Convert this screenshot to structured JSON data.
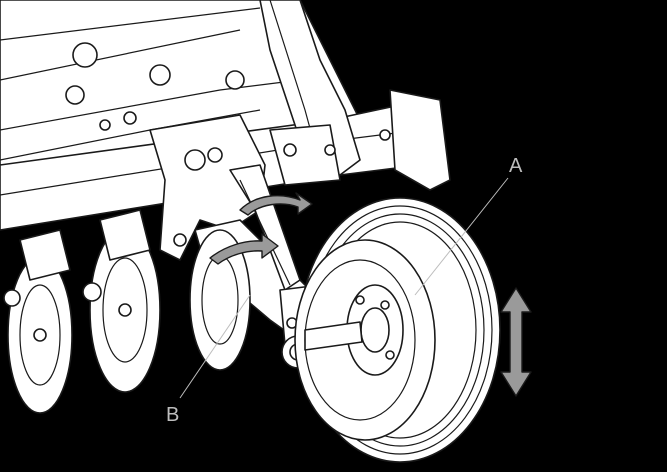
{
  "callouts": {
    "a": "A",
    "b": "B"
  },
  "colors": {
    "background": "#000000",
    "line_art": "#ffffff",
    "outline": "#1a1a1a",
    "arrow_fill": "#9a9a9a",
    "callout_text": "#bdbdbd"
  },
  "icons": {
    "rotation_arrow": "curved-rotation-arrow",
    "height_adjust": "double-vertical-arrow"
  }
}
